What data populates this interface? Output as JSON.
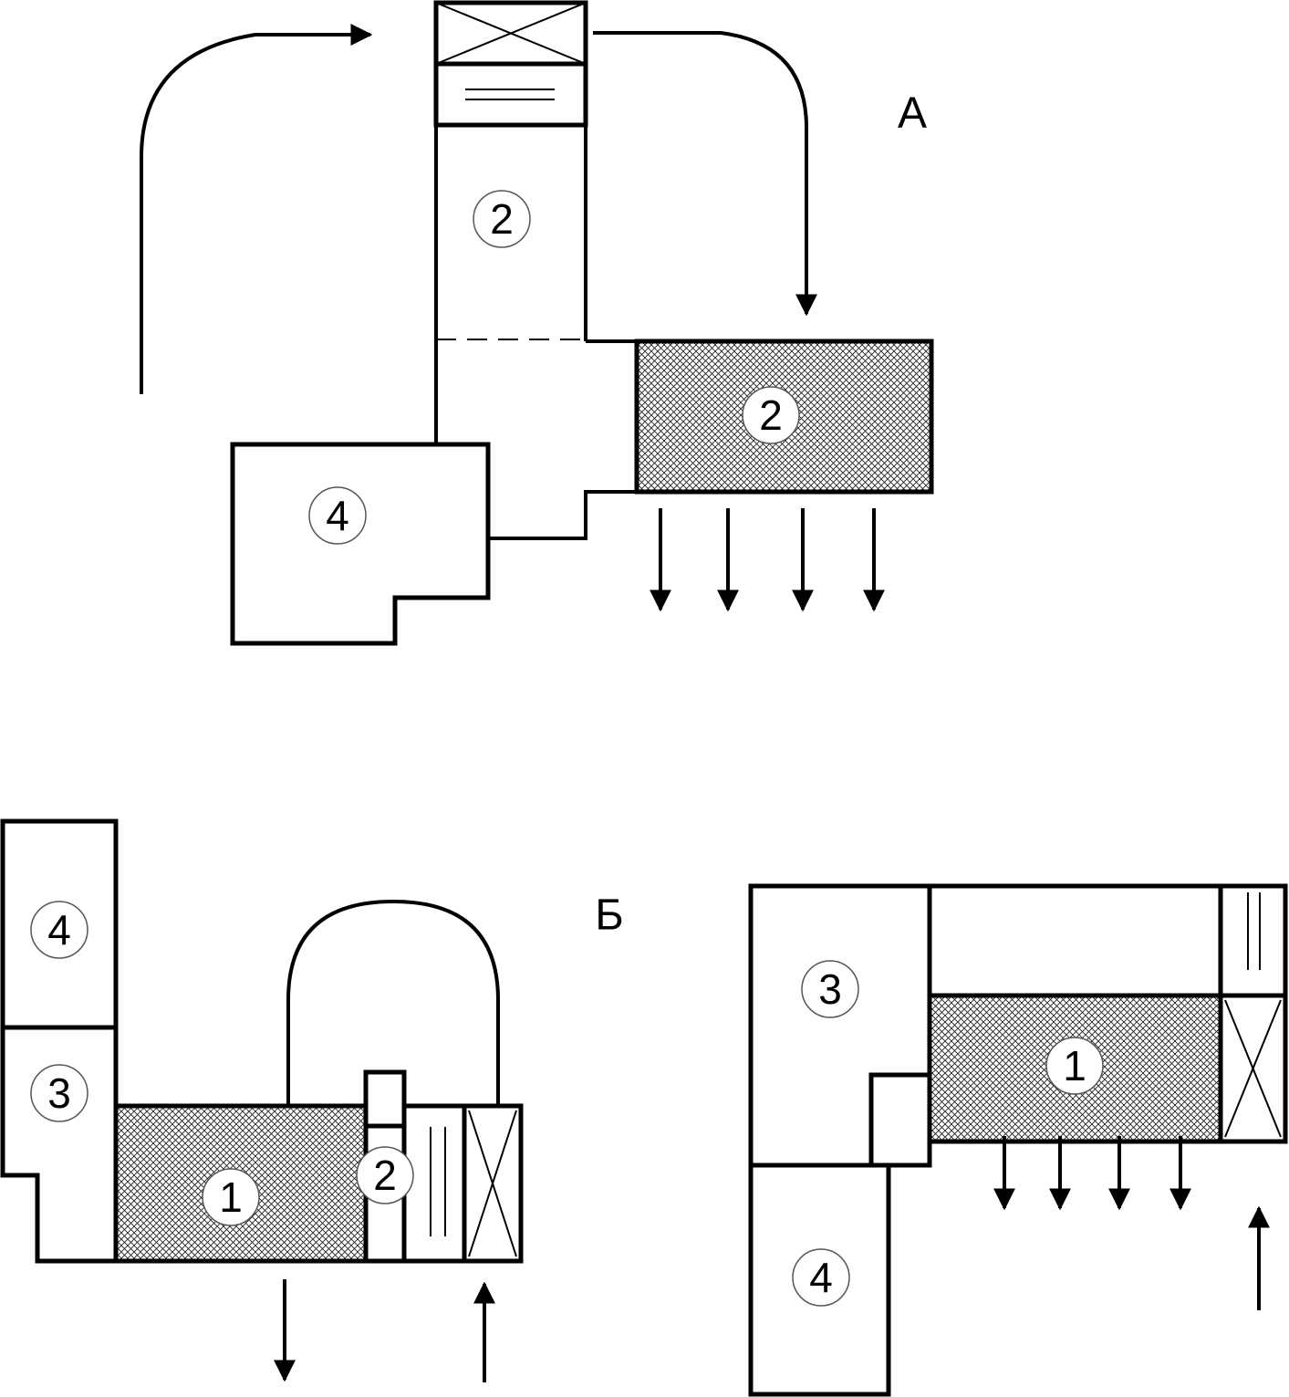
{
  "colors": {
    "line": "#000000",
    "background": "#ffffff"
  },
  "diagram_a": {
    "label": "А",
    "zone_upper": "2",
    "zone_tank": "2",
    "zone_room": "4"
  },
  "diagram_b_left": {
    "label": "Б",
    "zone_tank": "1",
    "zone_unit": "2",
    "zone_mid": "3",
    "zone_top": "4"
  },
  "diagram_b_right": {
    "zone_tank": "1",
    "zone_room": "3",
    "zone_lower": "4"
  }
}
